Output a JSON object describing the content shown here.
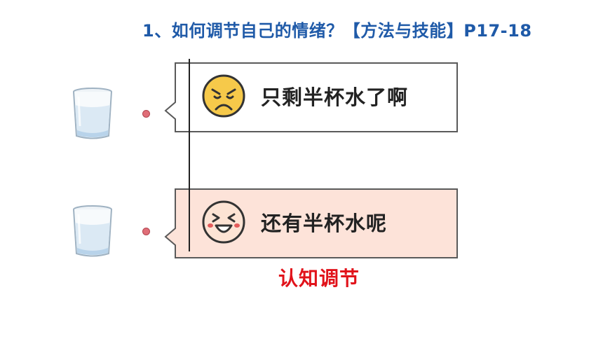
{
  "title": "1、如何调节自己的情绪？【方法与技能】P17-18",
  "items": [
    {
      "text": "只剩半杯水了啊",
      "face_icon": "sad-face-icon",
      "fill": "#ffffff"
    },
    {
      "text": "还有半杯水呢",
      "face_icon": "laughing-face-icon",
      "fill": "#fde3d9"
    }
  ],
  "caption": "认知调节",
  "colors": {
    "title": "#1f5aa8",
    "caption": "#e1121a",
    "dot": "#e06e78",
    "face_yellow": "#f6c94a",
    "face_peach": "#fce3d4"
  }
}
